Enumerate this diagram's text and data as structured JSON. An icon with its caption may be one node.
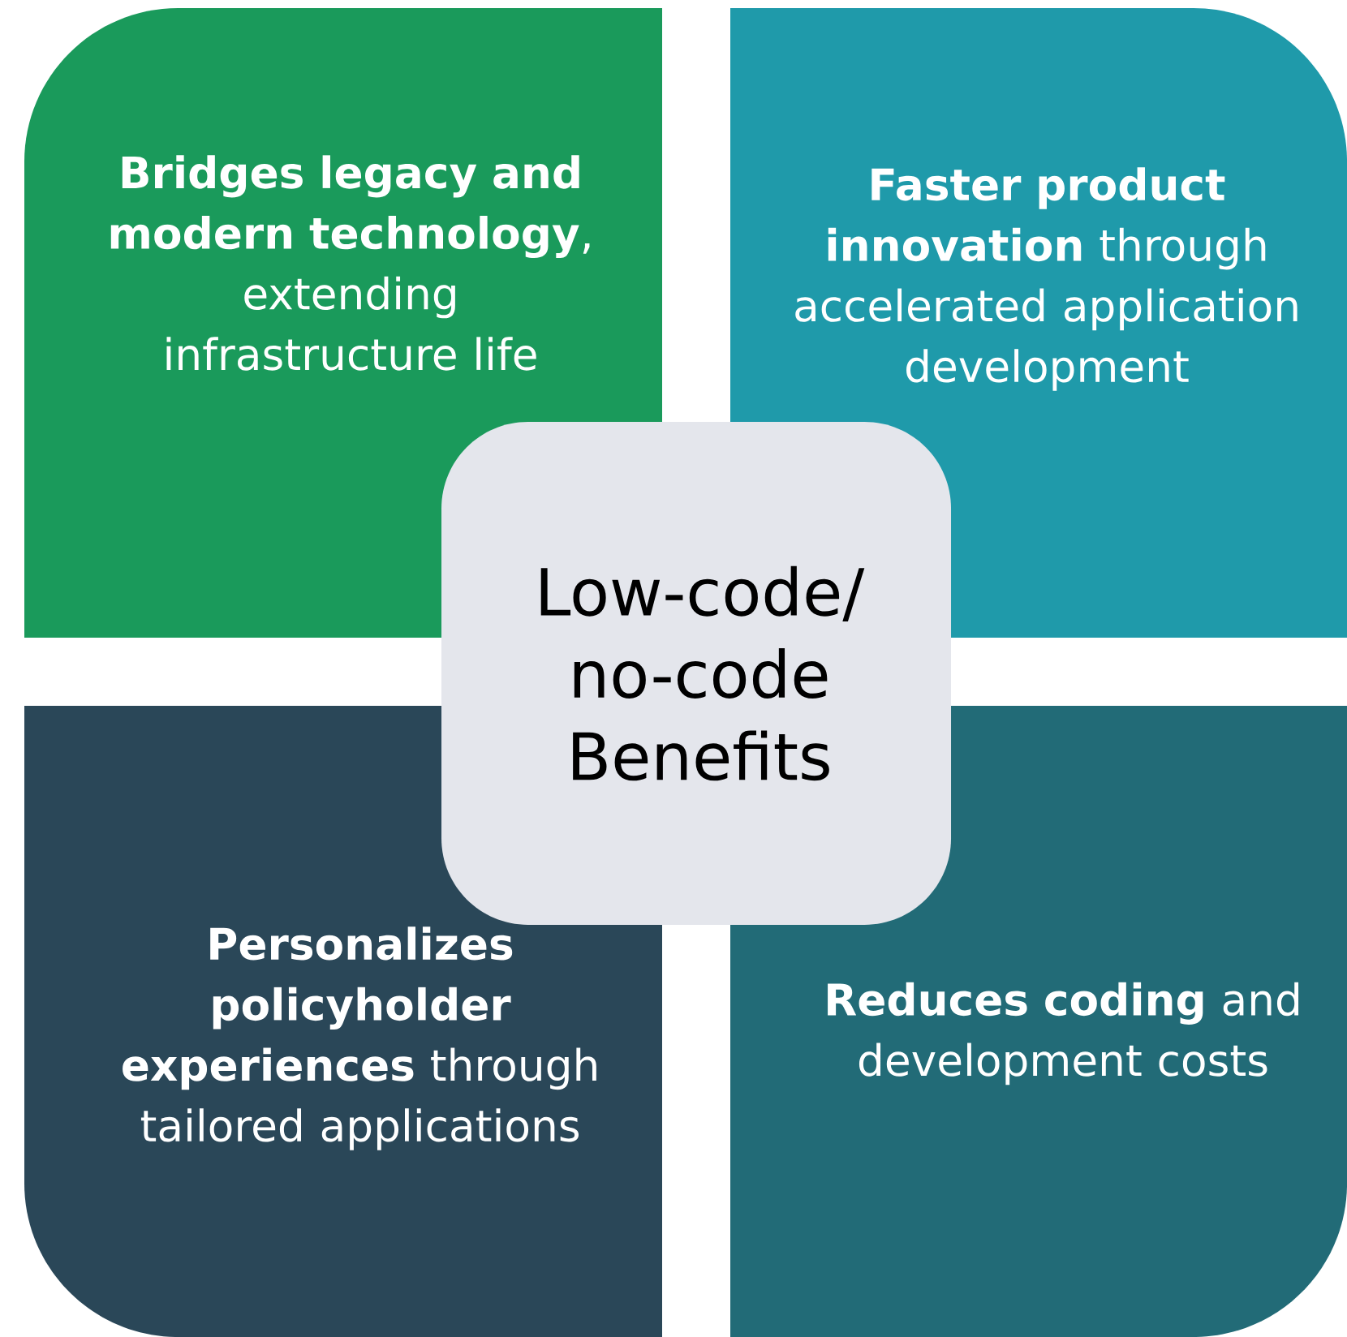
{
  "diagram": {
    "nodes": [
      {
        "text": [
          "**Bridges legacy and modern technology**, extending infrastructure life"
        ]
      },
      {
        "text": [
          "**Faster product innovation** through accelerated application development"
        ]
      },
      {
        "text": [
          "Low-code/ no-code Benefits"
        ]
      },
      {
        "text": [
          "**Personalizes policyholder experiences** through tailored applications"
        ]
      },
      {
        "text": [
          "**Reduces coding** and development costs"
        ]
      }
    ]
  }
}
